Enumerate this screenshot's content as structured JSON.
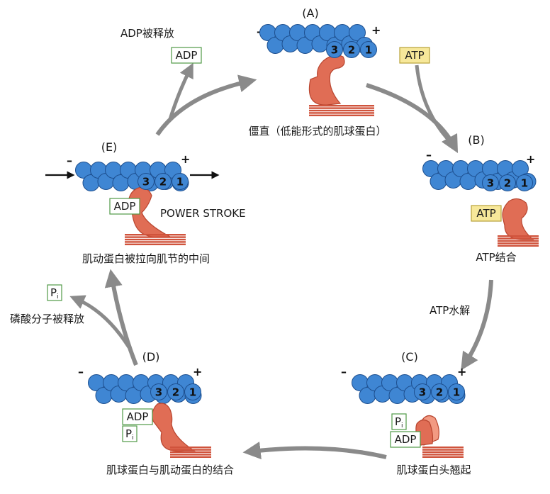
{
  "stages": [
    {
      "id": "A",
      "label": "(A)",
      "caption": "僵直（低能形式的肌球蛋白）"
    },
    {
      "id": "B",
      "label": "(B)",
      "caption": "ATP结合"
    },
    {
      "id": "C",
      "label": "(C)",
      "caption": "肌球蛋白头翘起"
    },
    {
      "id": "D",
      "label": "(D)",
      "caption": "肌球蛋白与肌动蛋白的结合"
    },
    {
      "id": "E",
      "label": "(E)",
      "caption": "肌动蛋白被拉向肌节的中间"
    }
  ],
  "signs": {
    "minus": "–",
    "plus": "+"
  },
  "actin_numbers": [
    "3",
    "2",
    "1"
  ],
  "boxes": {
    "atp": "ATP",
    "adp": "ADP",
    "pi_base": "P",
    "pi_sub": "i"
  },
  "annotations": {
    "adp_released": "ADP被释放",
    "atp_hydrolysis": "ATP水解",
    "phosphate_released": "磷酸分子被释放",
    "power_stroke": "POWER STROKE"
  },
  "colors": {
    "actin": "#3f86d3",
    "actin_stroke": "#1d4f8f",
    "myosin": "#e06d55",
    "myosin_dark": "#b8452f",
    "thick_filament": "#d0533c",
    "atp_box_fill": "#f7e89a",
    "atp_box_stroke": "#b8a23a",
    "adp_box_stroke": "#4f9a46",
    "arrow": "#8a8a8a"
  }
}
